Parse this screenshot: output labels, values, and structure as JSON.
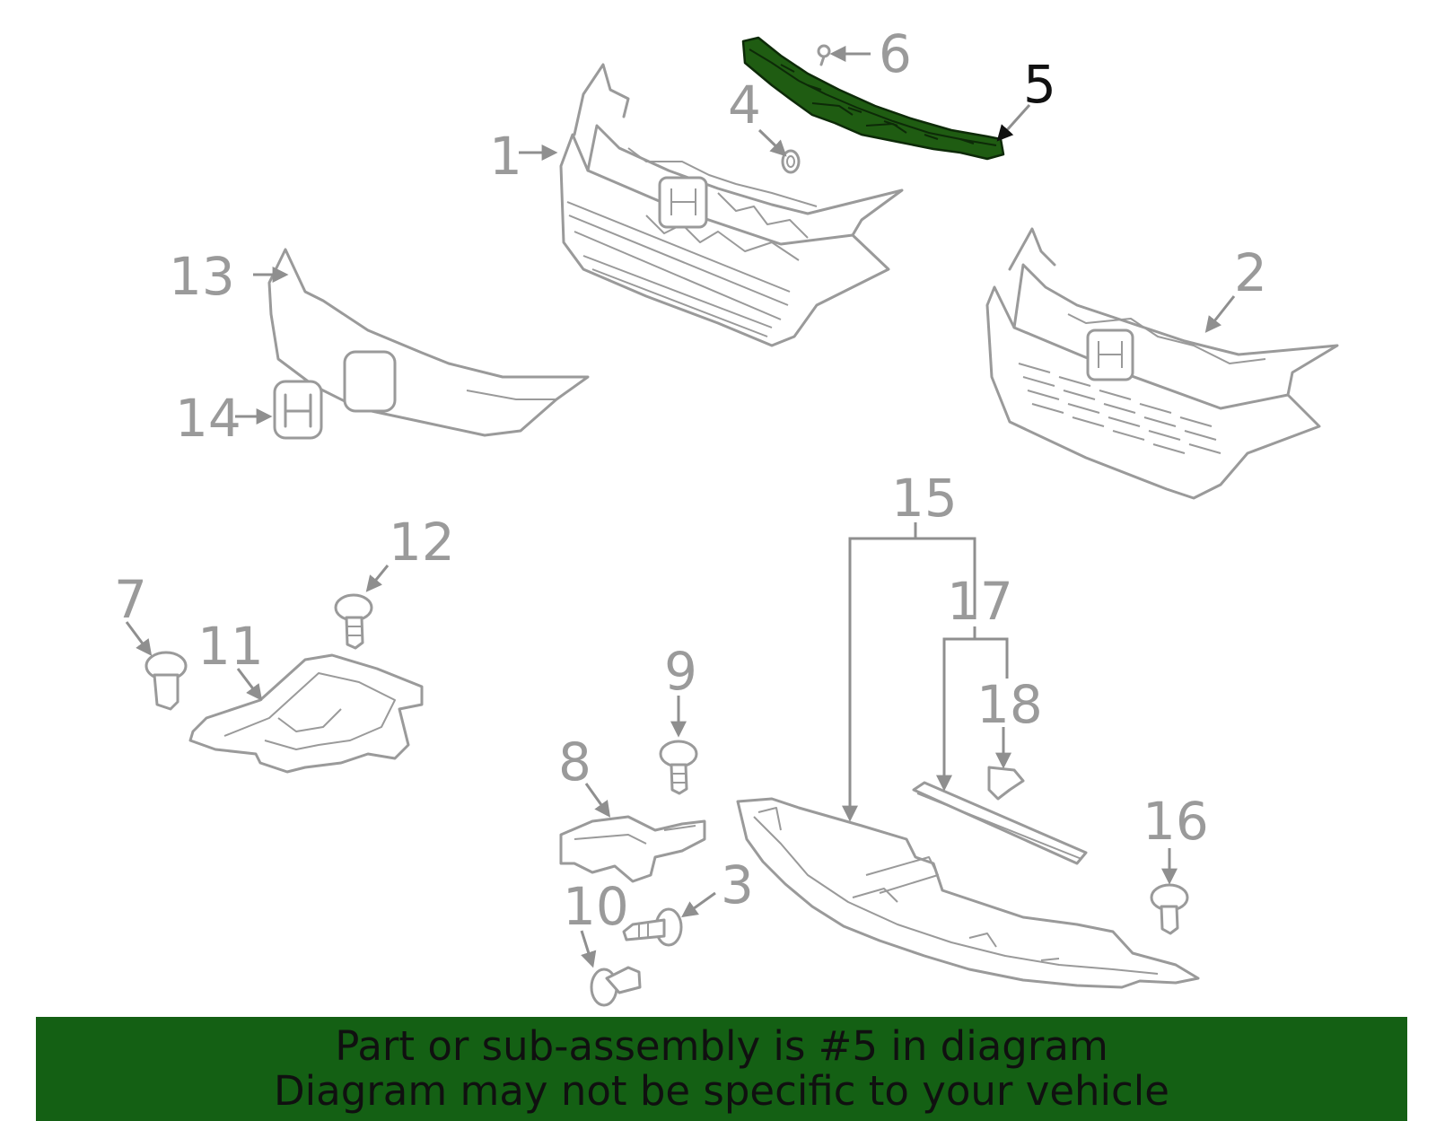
{
  "callouts": {
    "c1": "1",
    "c2": "2",
    "c3": "3",
    "c4": "4",
    "c5": "5",
    "c6": "6",
    "c7": "7",
    "c8": "8",
    "c9": "9",
    "c10": "10",
    "c11": "11",
    "c12": "12",
    "c13": "13",
    "c14": "14",
    "c15": "15",
    "c16": "16",
    "c17": "17",
    "c18": "18"
  },
  "highlighted_part": "5",
  "colors": {
    "highlight": "#1f5c12",
    "banner": "#146014",
    "line_art": "#9a9a9a"
  },
  "banner": {
    "line1": "Part or sub-assembly is #5 in diagram",
    "line2": "Diagram may not be specific to your vehicle"
  }
}
